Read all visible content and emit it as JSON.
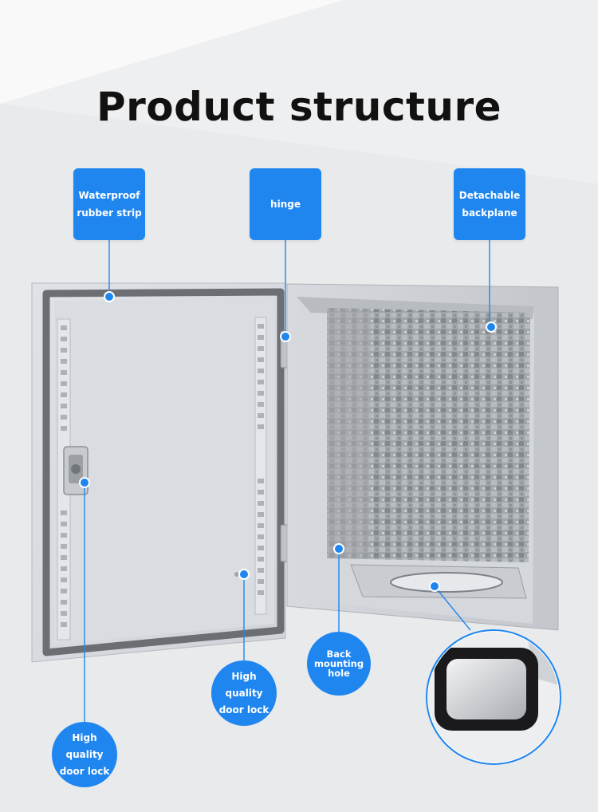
{
  "title": "Product structure",
  "labels": {
    "waterproof": "Waterproof\nrubber strip",
    "hinge": "hinge",
    "backplane": "Detachable\nbackplane",
    "door_lock_lower": "High quality\ndoor lock",
    "door_lock_middle": "High quality\ndoor lock",
    "back_mounting": "Back\nmounting\nhole"
  },
  "colors": {
    "accent": "#1f86f0",
    "title": "#111111",
    "background": "#eeeff1"
  }
}
